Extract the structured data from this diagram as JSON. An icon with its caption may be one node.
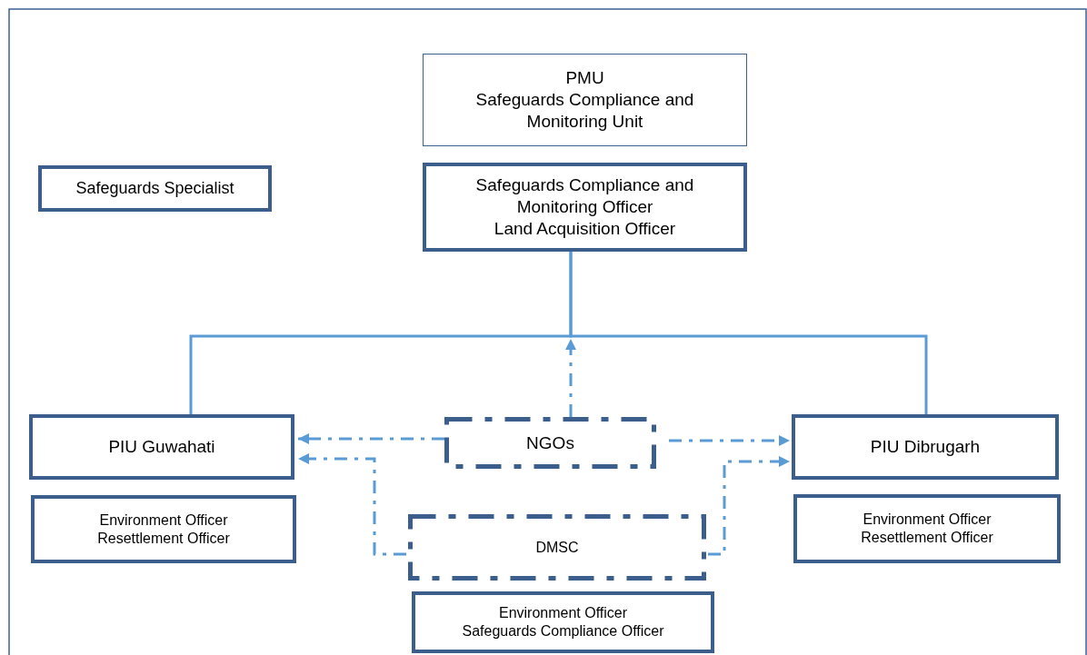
{
  "diagram": {
    "nodes": [
      {
        "text": [
          "PMU",
          "Safeguards Compliance and Monitoring Unit"
        ]
      },
      {
        "text": [
          "Safeguards Specialist"
        ]
      },
      {
        "text": [
          "Safeguards Compliance and Monitoring Officer",
          "Land Acquisition Officer"
        ]
      },
      {
        "text": [
          "PIU Guwahati"
        ]
      },
      {
        "text": [
          "Environment Officer",
          "Resettlement Officer"
        ]
      },
      {
        "text": [
          "NGOs"
        ]
      },
      {
        "text": [
          "PIU Dibrugarh"
        ]
      },
      {
        "text": [
          "Environment Officer",
          "Resettlement Officer"
        ]
      },
      {
        "text": [
          "DMSC"
        ]
      },
      {
        "text": [
          "Environment Officer",
          "Safeguards Compliance Officer"
        ]
      }
    ],
    "edges": [
      {
        "from": 2,
        "to": 3,
        "arrow": "none"
      },
      {
        "from": 2,
        "to": 6,
        "arrow": "none"
      },
      {
        "from": 5,
        "to": null,
        "arrow": "to",
        "style": "dashed"
      },
      {
        "from": 5,
        "to": 3,
        "arrow": "to",
        "style": "dashed"
      },
      {
        "from": 5,
        "to": 6,
        "arrow": "to",
        "style": "dashed"
      },
      {
        "from": 8,
        "to": 3,
        "arrow": "to",
        "style": "dashed"
      },
      {
        "from": 8,
        "to": 6,
        "arrow": "to",
        "style": "dashed"
      }
    ]
  }
}
